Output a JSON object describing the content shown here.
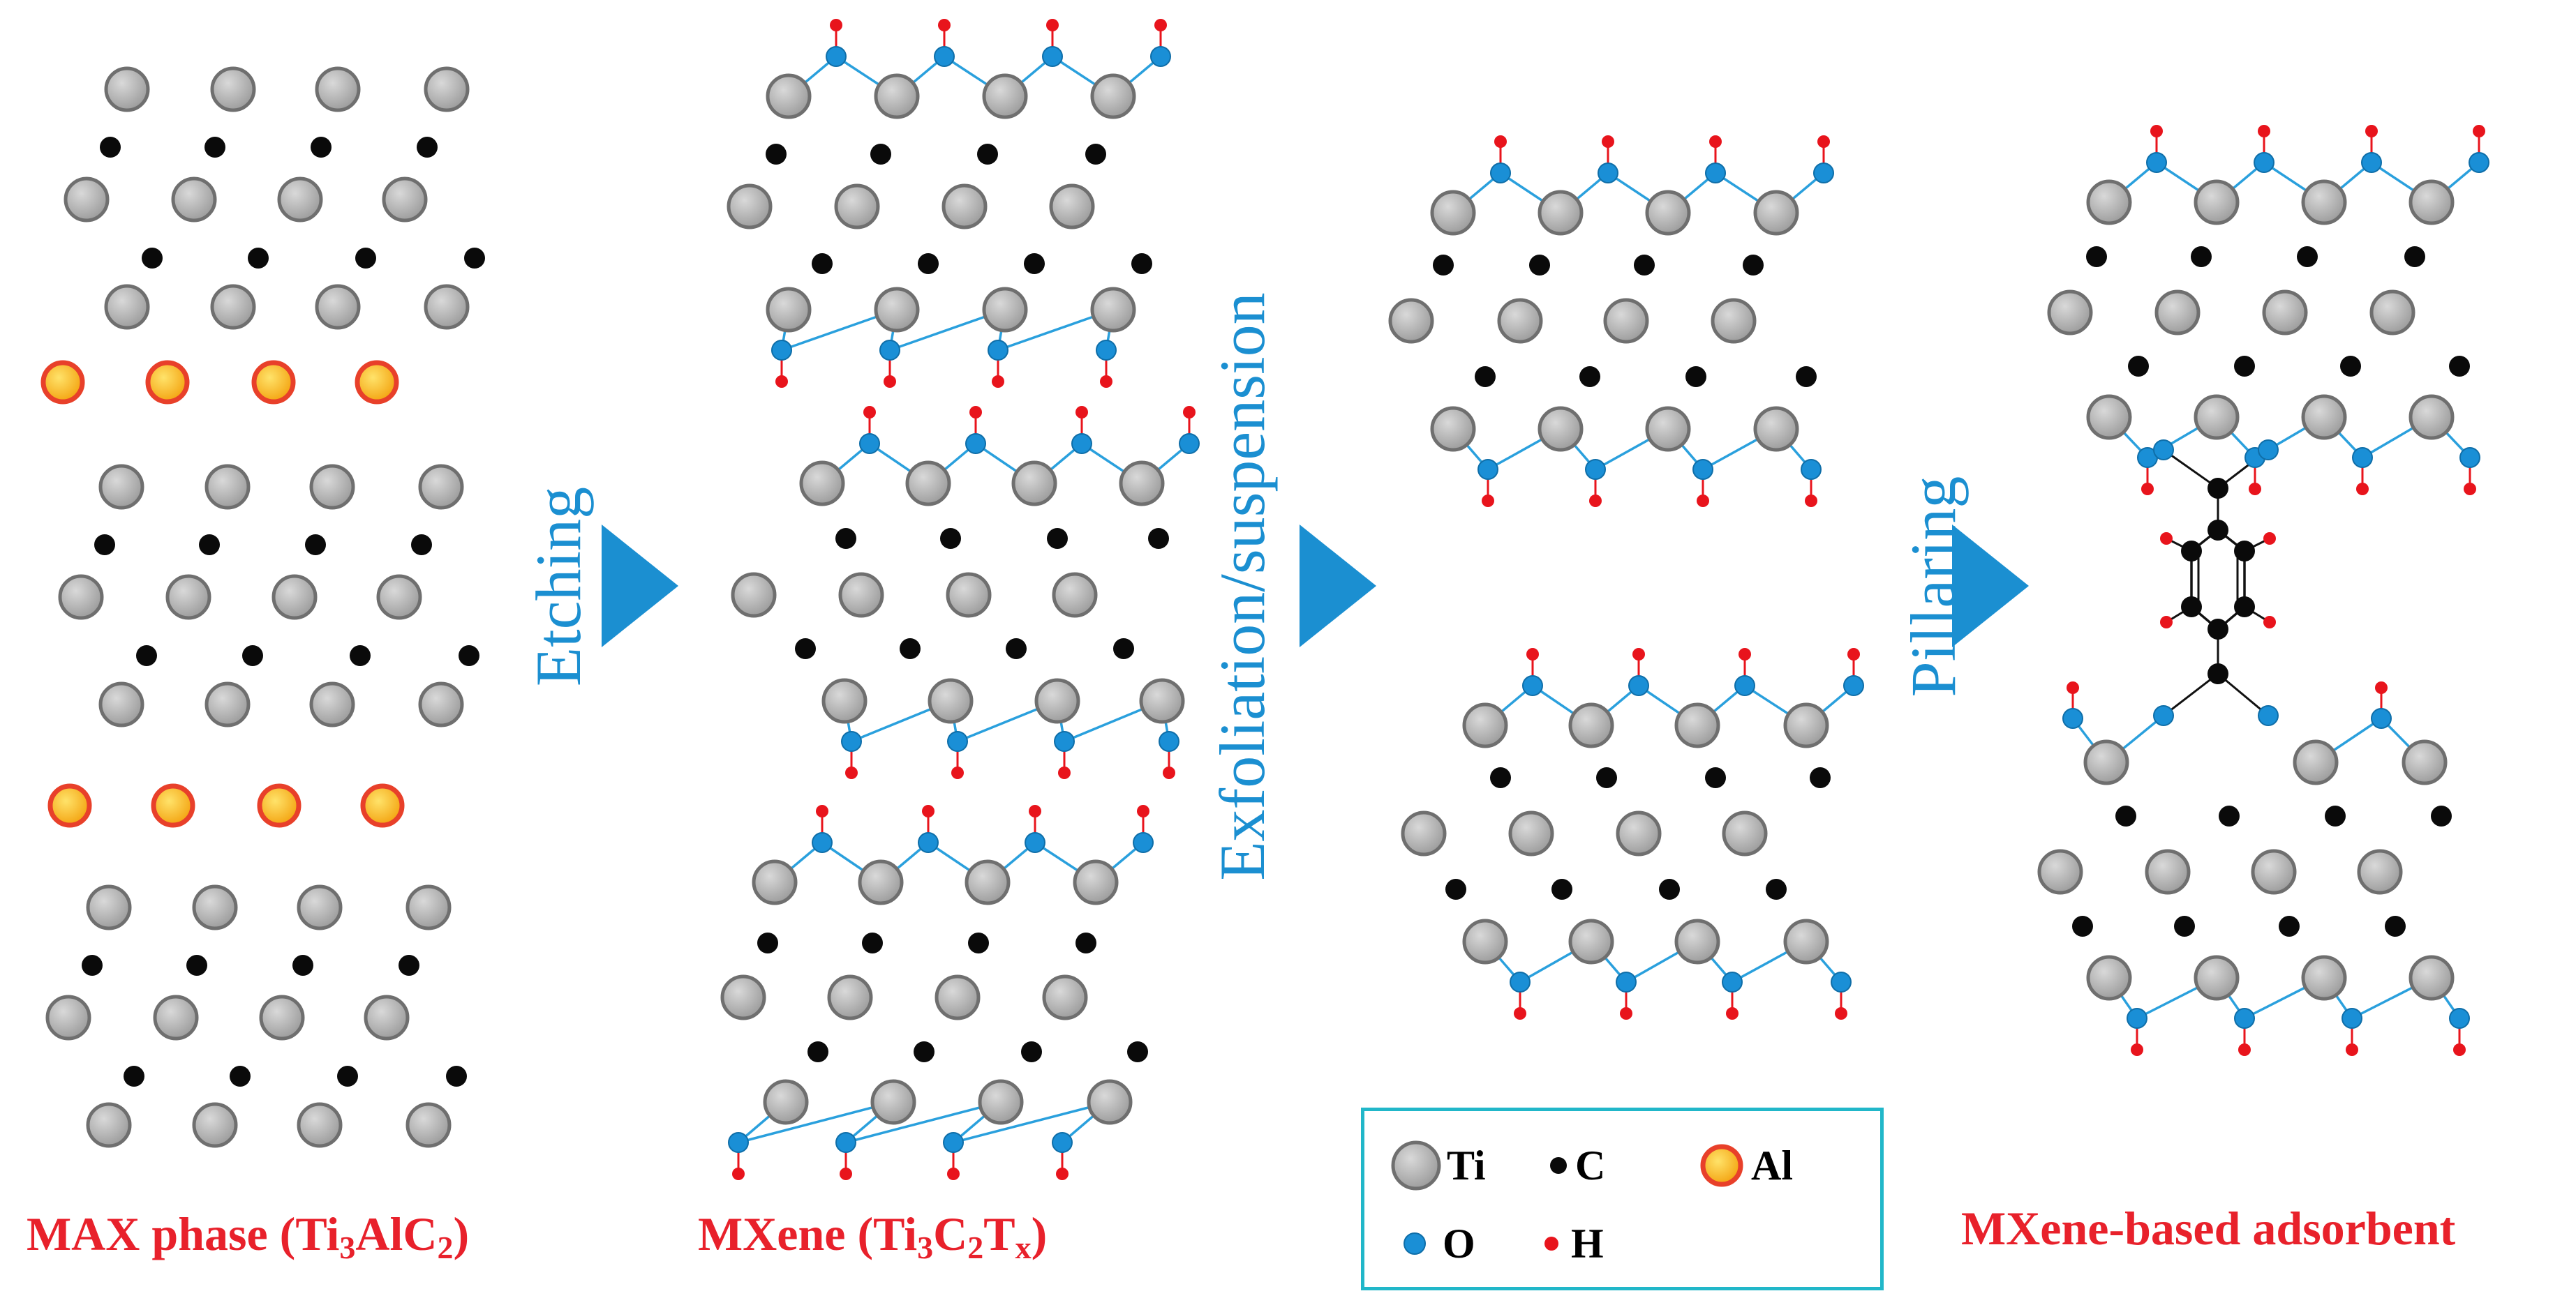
{
  "captions": {
    "max_phase_main": "MAX phase  (Ti",
    "max_phase_sub1": "3",
    "max_phase_mid": "AlC",
    "max_phase_sub2": "2",
    "max_phase_end": ")",
    "mxene_main": "MXene  (Ti",
    "mxene_sub1": "3",
    "mxene_mid": "C",
    "mxene_sub2": "2",
    "mxene_mid2": "T",
    "mxene_sub3": "x",
    "mxene_end": ")",
    "adsorbent": "MXene-based adsorbent"
  },
  "steps": {
    "etching": "Etching",
    "exfoliation": "Exfoliation/suspension",
    "pillaring": "Pillaring"
  },
  "legend": {
    "ti": "Ti",
    "c": "C",
    "al": "Al",
    "o": "O",
    "h": "H"
  },
  "colors": {
    "ti_fill": "#a6a6a6",
    "ti_stroke": "#6f6f6f",
    "carbon": "#0a0a0a",
    "al_fill": "#f7c21a",
    "al_stroke": "#e8402a",
    "oxygen": "#1a8fd6",
    "hydrogen": "#e8141c",
    "bond": "#2aa0dd",
    "arrow": "#1b8fd1",
    "caption": "#e8212b",
    "legend_border": "#21b7c9"
  }
}
